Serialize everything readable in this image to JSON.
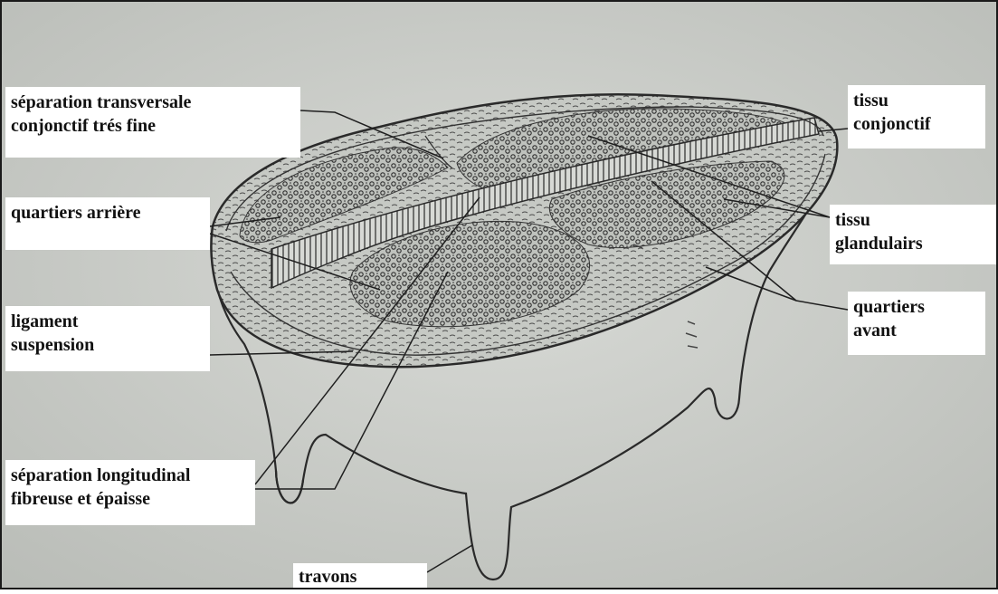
{
  "labels": {
    "separation_transversale": [
      "séparation transversale",
      "conjonctif trés fine"
    ],
    "quartiers_arriere": [
      "quartiers arrière"
    ],
    "ligament_suspension": [
      "ligament",
      "suspension"
    ],
    "separation_longitudinal": [
      "séparation longitudinal",
      "fibreuse et épaisse"
    ],
    "travons": [
      "travons"
    ],
    "tissu_conjonctif": [
      "tissu",
      "conjonctif"
    ],
    "tissu_glandulaire": [
      "tissu",
      "glandulairs"
    ],
    "quartiers_avant": [
      "quartiers",
      "avant"
    ]
  },
  "colors": {
    "paper": "#c9ccc7",
    "ink": "#2a2a2a",
    "label_bg": "#ffffff"
  }
}
